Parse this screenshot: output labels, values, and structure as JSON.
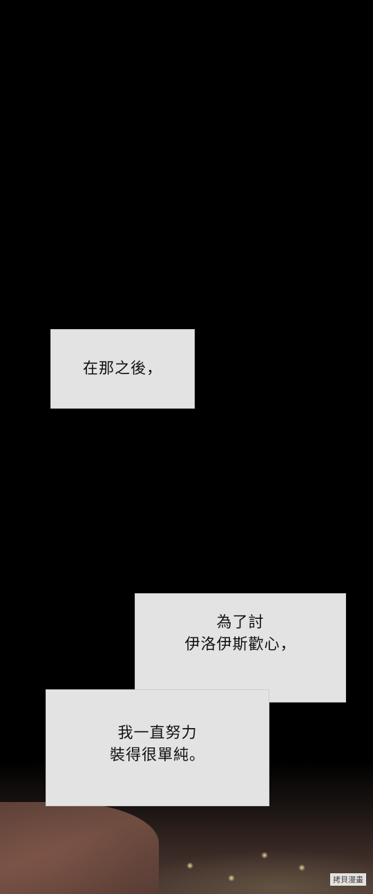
{
  "captions": {
    "first": {
      "line1": "在那之後，"
    },
    "second": {
      "line1": "為了討",
      "line2": "伊洛伊斯歡心，"
    },
    "third": {
      "line1": "我一直努力",
      "line2": "裝得很單純。"
    }
  },
  "watermark": {
    "text": "拷貝漫畫"
  },
  "colors": {
    "background": "#000000",
    "caption_box": "#e3e3e3",
    "caption_text": "#111111"
  }
}
